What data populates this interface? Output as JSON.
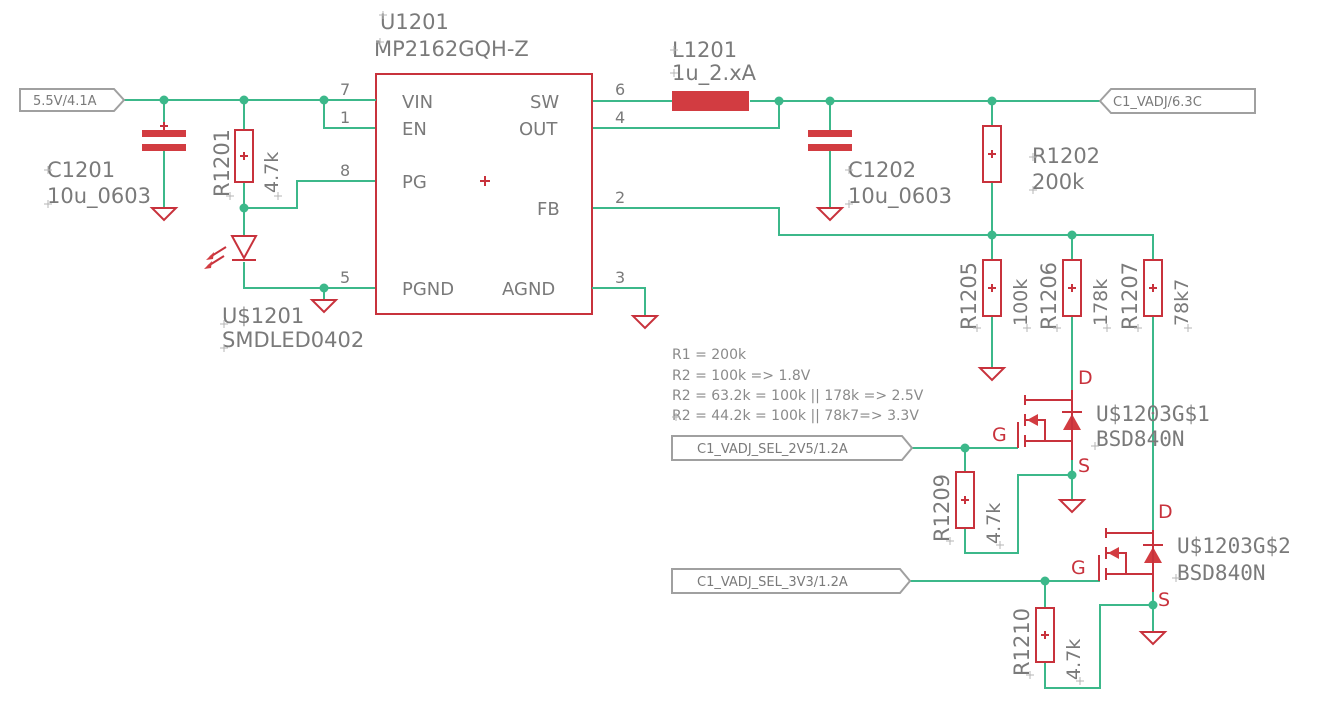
{
  "ports": {
    "vin": "5.5V/4.1A",
    "vadj": "C1_VADJ/6.3C",
    "sel_2v5": "C1_VADJ_SEL_2V5/1.2A",
    "sel_3v3": "C1_VADJ_SEL_3V3/1.2A"
  },
  "ic": {
    "ref": "U1201",
    "value": "MP2162GQH-Z",
    "pins": {
      "vin": {
        "name": "VIN",
        "num": "7"
      },
      "en": {
        "name": "EN",
        "num": "1"
      },
      "pg": {
        "name": "PG",
        "num": "8"
      },
      "pgnd": {
        "name": "PGND",
        "num": "5"
      },
      "sw": {
        "name": "SW",
        "num": "6"
      },
      "out": {
        "name": "OUT",
        "num": "4"
      },
      "fb": {
        "name": "FB",
        "num": "2"
      },
      "agnd": {
        "name": "AGND",
        "num": "3"
      }
    }
  },
  "inductor": {
    "ref": "L1201",
    "value": "1u_2.xA"
  },
  "c1201": {
    "ref": "C1201",
    "value": "10u_0603"
  },
  "c1202": {
    "ref": "C1202",
    "value": "10u_0603"
  },
  "r1201": {
    "ref": "R1201",
    "value": "4.7k"
  },
  "led": {
    "ref": "U$1201",
    "value": "SMDLED0402"
  },
  "r1202": {
    "ref": "R1202",
    "value": "200k"
  },
  "r1205": {
    "ref": "R1205",
    "value": "100k"
  },
  "r1206": {
    "ref": "R1206",
    "value": "178k"
  },
  "r1207": {
    "ref": "R1207",
    "value": "78k7"
  },
  "r1209": {
    "ref": "R1209",
    "value": "4.7k"
  },
  "r1210": {
    "ref": "R1210",
    "value": "4.7k"
  },
  "q1": {
    "ref": "U$1203G$1",
    "value": "BSD840N",
    "d": "D",
    "g": "G",
    "s": "S"
  },
  "q2": {
    "ref": "U$1203G$2",
    "value": "BSD840N",
    "d": "D",
    "g": "G",
    "s": "S"
  },
  "notes": [
    "R1 = 200k",
    "R2 = 100k => 1.8V",
    "R2 = 63.2k = 100k || 178k => 2.5V",
    "R2 = 44.2k = 100k || 78k7=> 3.3V"
  ],
  "colors": {
    "wire": "#3cb88a",
    "part": "#c8323c",
    "text": "#7a7a7a",
    "port": "#a0a0a0"
  }
}
